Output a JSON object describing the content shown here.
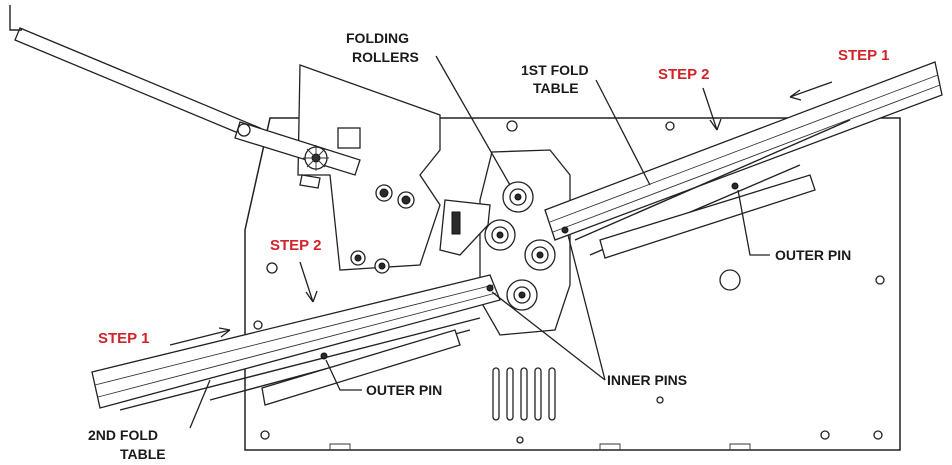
{
  "labels": {
    "folding_rollers": [
      "FOLDING",
      "ROLLERS"
    ],
    "first_fold_table": [
      "1ST FOLD",
      "TABLE"
    ],
    "second_fold_table": [
      "2ND FOLD",
      "TABLE"
    ],
    "outer_pin_right": "OUTER PIN",
    "outer_pin_left": "OUTER PIN",
    "inner_pins": "INNER PINS"
  },
  "steps": {
    "step1_right": "STEP 1",
    "step2_right": "STEP 2",
    "step2_left": "STEP 2",
    "step1_left": "STEP 1"
  },
  "colors": {
    "step_text": "#d2232a",
    "line": "#222222"
  }
}
